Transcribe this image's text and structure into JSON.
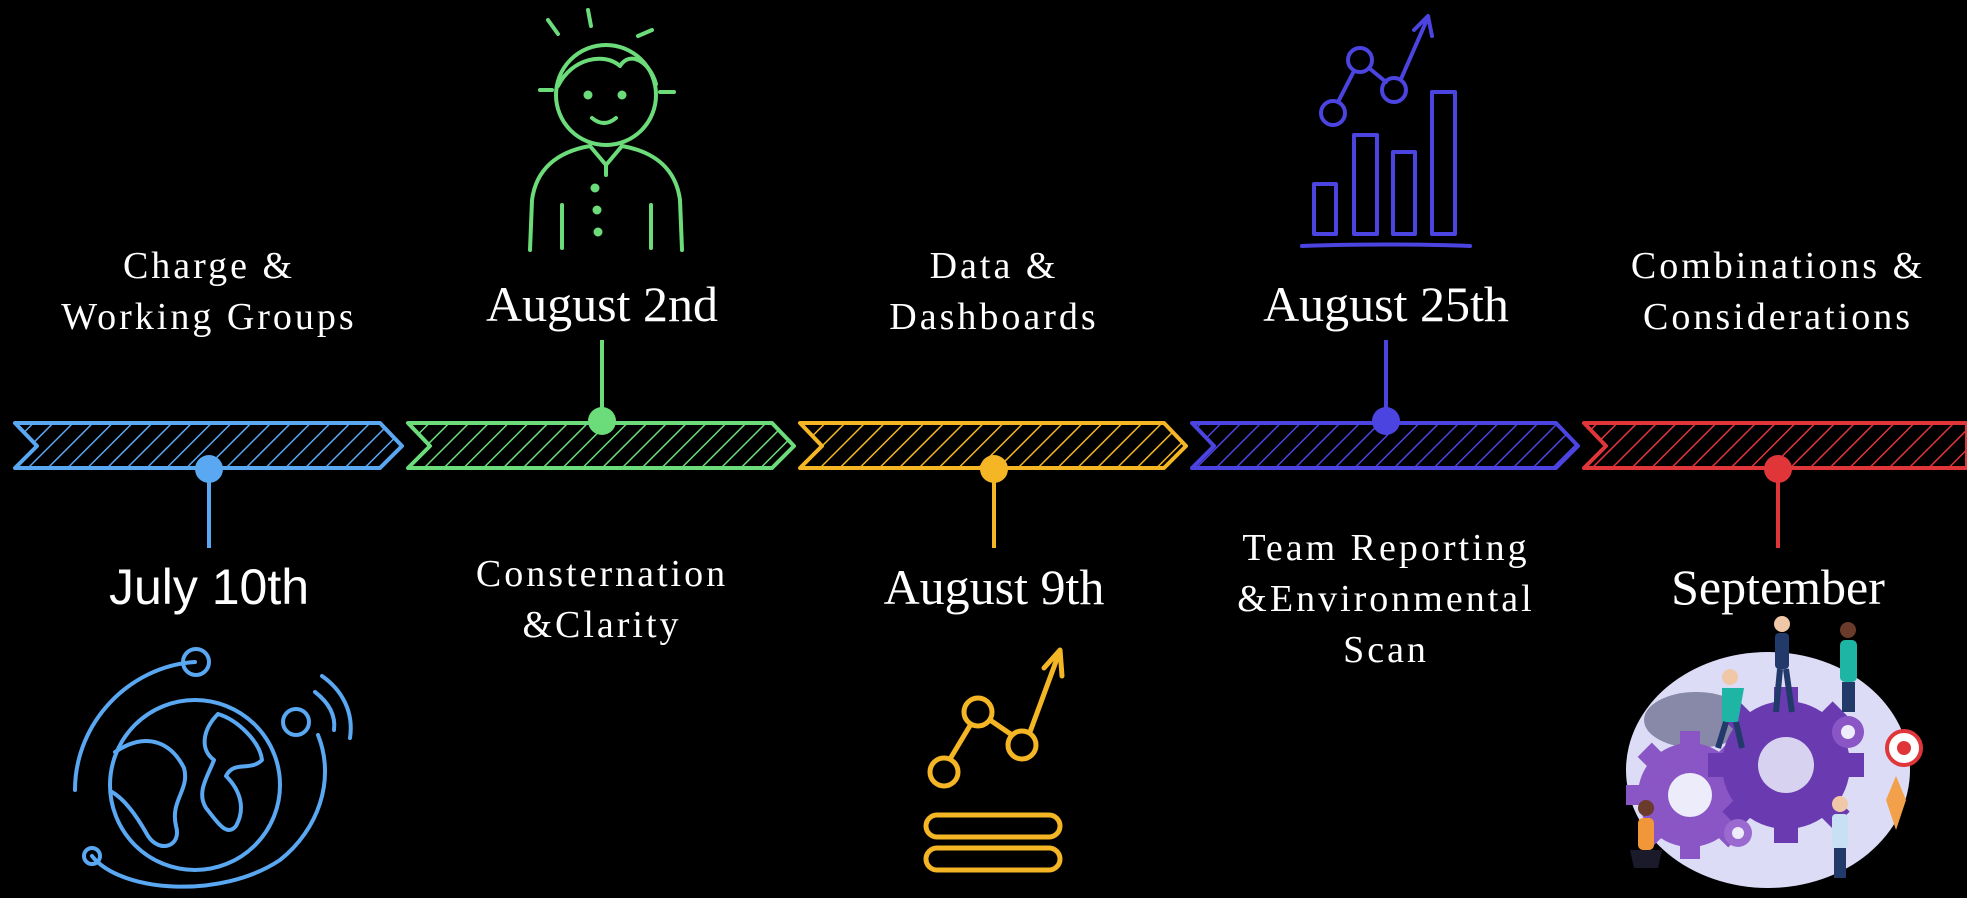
{
  "milestones": [
    {
      "id": "m1",
      "date": "July 10th",
      "topic_lines": [
        "Charge &",
        "Working Groups"
      ],
      "color": "#5aa7f2",
      "icon": "globe-icon"
    },
    {
      "id": "m2",
      "date": "August 2nd",
      "topic_lines": [
        "Consternation",
        "&Clarity"
      ],
      "color": "#6cdc7a",
      "icon": "person-icon"
    },
    {
      "id": "m3",
      "date": "August 9th",
      "topic_lines": [
        "Data &",
        "Dashboards"
      ],
      "color": "#f5b625",
      "icon": "trend-chart-icon"
    },
    {
      "id": "m4",
      "date": "August 25th",
      "topic_lines": [
        "Team Reporting",
        "&Environmental",
        "Scan"
      ],
      "color": "#4b44e0",
      "icon": "bar-chart-icon"
    },
    {
      "id": "m5",
      "date": "September",
      "topic_lines": [
        "Combinations &",
        "Considerations"
      ],
      "color": "#e0363a",
      "icon": "teamwork-gears-icon"
    }
  ]
}
